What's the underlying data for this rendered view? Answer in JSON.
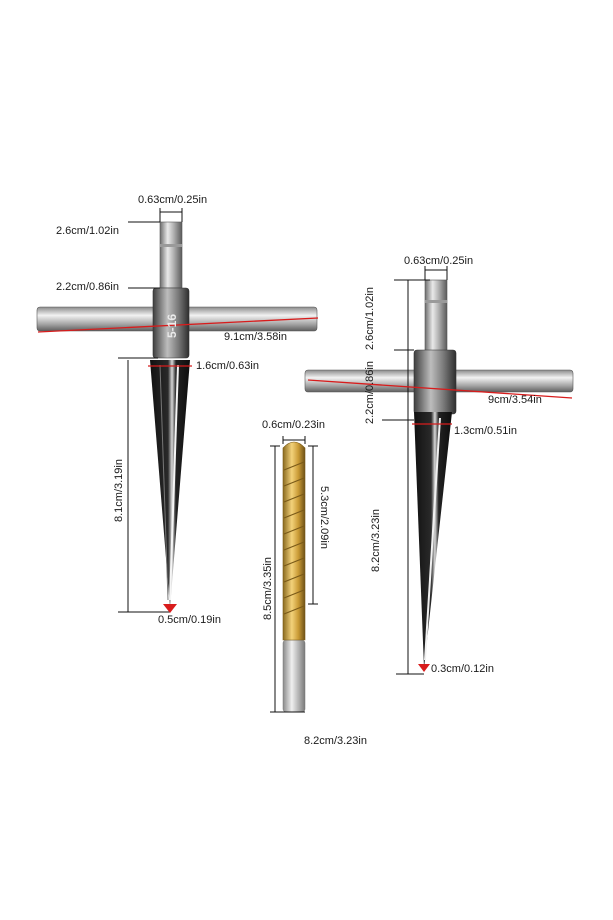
{
  "left_reamer": {
    "handle_stamp": "5-16",
    "shank_width": "0.63cm/0.25in",
    "shank_height": "2.6cm/1.02in",
    "collar_height": "2.2cm/0.86in",
    "handle_length": "9.1cm/3.58in",
    "top_diameter": "1.6cm/0.63in",
    "flute_length": "8.1cm/3.19in",
    "tip_diameter": "0.5cm/0.19in"
  },
  "right_reamer": {
    "shank_width": "0.63cm/0.25in",
    "shank_height": "2.6cm/1.02in",
    "collar_height": "2.2cm/0.86in",
    "handle_length": "9cm/3.54in",
    "top_diameter": "1.3cm/0.51in",
    "flute_length": "8.2cm/3.23in",
    "tip_diameter": "0.3cm/0.12in"
  },
  "drill_bit": {
    "diameter": "0.6cm/0.23in",
    "flute_length": "5.3cm/2.09in",
    "total_length": "8.5cm/3.35in",
    "bottom_label": "8.2cm/3.23in"
  }
}
